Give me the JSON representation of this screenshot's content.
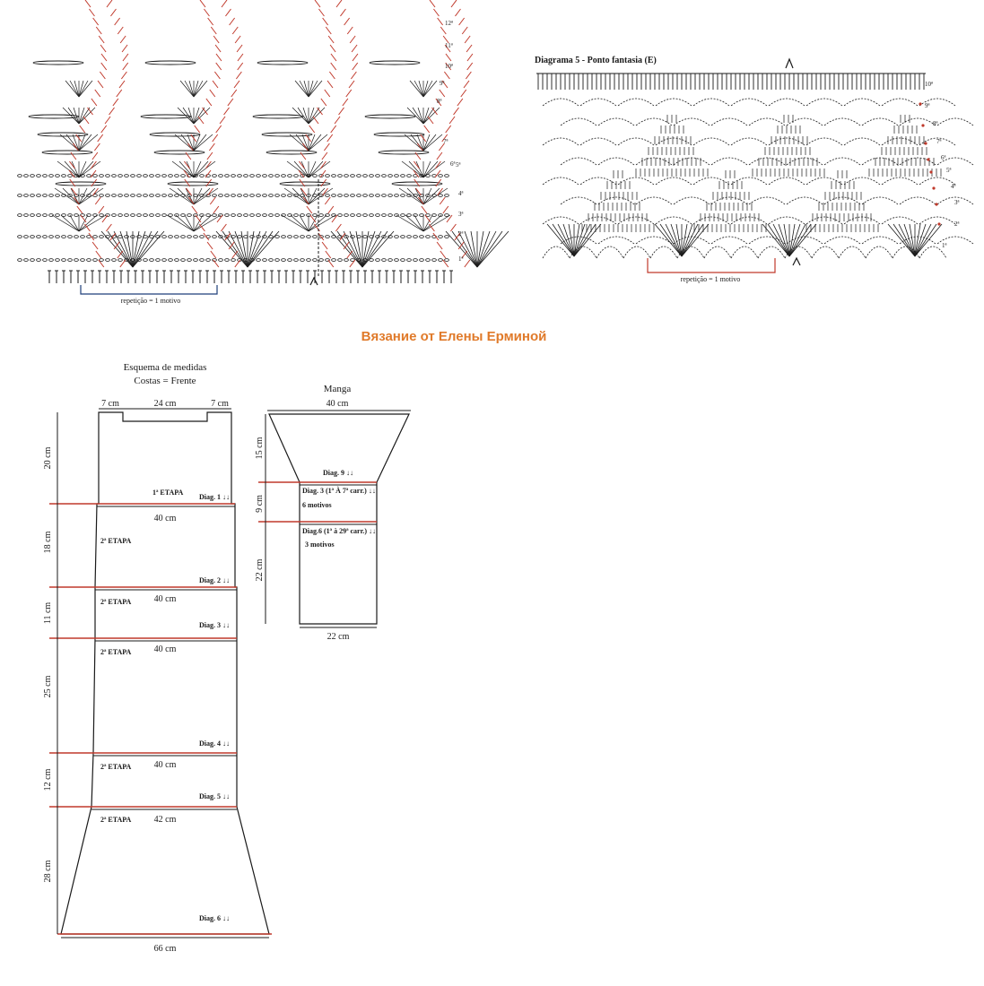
{
  "watermark": "Вязание от Елены Ерминой",
  "colors": {
    "ink": "#1a1a1a",
    "red": "#c0392b",
    "blue": "#1f3f7a",
    "orange": "#e07a2a"
  },
  "chart_left": {
    "row_labels": [
      "12ª",
      "11ª",
      "10ª",
      "9ª",
      "8ª",
      "7ª",
      "6ª",
      "5ª",
      "4ª",
      "3ª",
      "2ª",
      "1ª"
    ],
    "repeat_label": "repetição = 1 motivo"
  },
  "chart_right": {
    "title": "Diagrama 5 - Ponto fantasia (E)",
    "row_labels": [
      "10ª",
      "9ª",
      "8ª",
      "7ª",
      "6ª",
      "5ª",
      "4ª",
      "3ª",
      "2ª",
      "1ª"
    ],
    "repeat_label": "repetição = 1 motivo"
  },
  "schema": {
    "title": "Esquema de medidas",
    "subtitle": "Costas = Frente",
    "top_dims": [
      "7 cm",
      "24 cm",
      "7 cm"
    ],
    "heights": [
      "20 cm",
      "18 cm",
      "11 cm",
      "25 cm",
      "12 cm",
      "28 cm"
    ],
    "widths": [
      "40 cm",
      "40 cm",
      "40 cm",
      "40 cm",
      "42 cm"
    ],
    "bottom_width": "66 cm",
    "stage_1": "1ª ETAPA",
    "stage_2": "2ª ETAPA",
    "diags": [
      "Diag. 1 ↓↓",
      "Diag. 2 ↓↓",
      "Diag. 3 ↓↓",
      "Diag. 4 ↓↓",
      "Diag. 5 ↓↓",
      "Diag. 6 ↓↓"
    ]
  },
  "sleeve": {
    "title": "Manga",
    "top_width": "40 cm",
    "heights": [
      "15 cm",
      "9 cm",
      "22 cm"
    ],
    "diag9": "Diag. 9 ↓↓",
    "diag3": "Diag. 3 (1ª À 7ª carr.) ↓↓",
    "diag3_motifs": "6 motivos",
    "diag6": "Diag.6 (1ª à 29ª carr.) ↓↓",
    "diag6_motifs": "3 motivos",
    "bottom_width": "22 cm"
  }
}
